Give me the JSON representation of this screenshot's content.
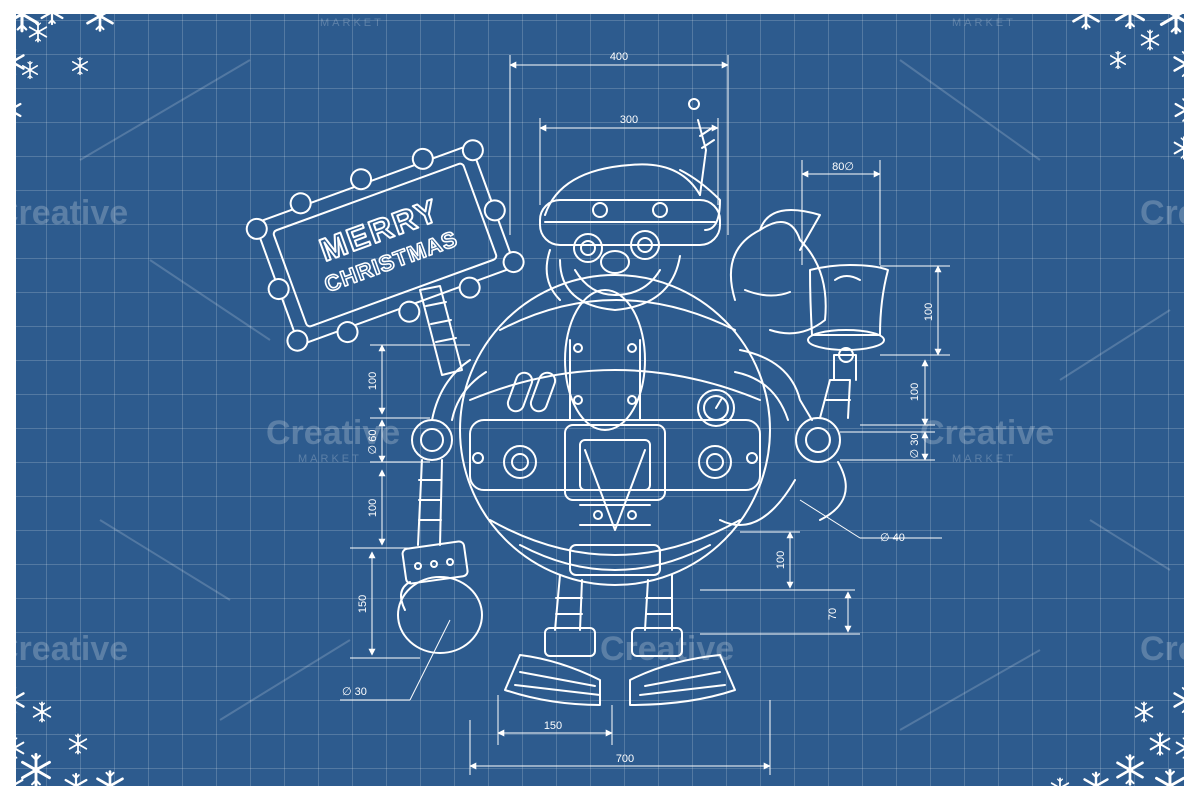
{
  "sign": {
    "line1": "MERRY",
    "line2": "CHRISTMAS"
  },
  "dimensions": {
    "top_width": "400",
    "head_width": "300",
    "bell_diameter": "80∅",
    "bell_height": "100",
    "arm_height": "100",
    "small_diameter": "∅ 30",
    "right_diameter": "∅ 40",
    "left_top": "100",
    "left_diameter": "∅ 60",
    "left_mid": "100",
    "left_lower": "150",
    "glove_diameter": "∅ 30",
    "belly_height": "100",
    "leg_height": "70",
    "foot_width": "150",
    "total_width": "700"
  },
  "watermark": {
    "brand": "Creative",
    "sub": "MARKET"
  }
}
